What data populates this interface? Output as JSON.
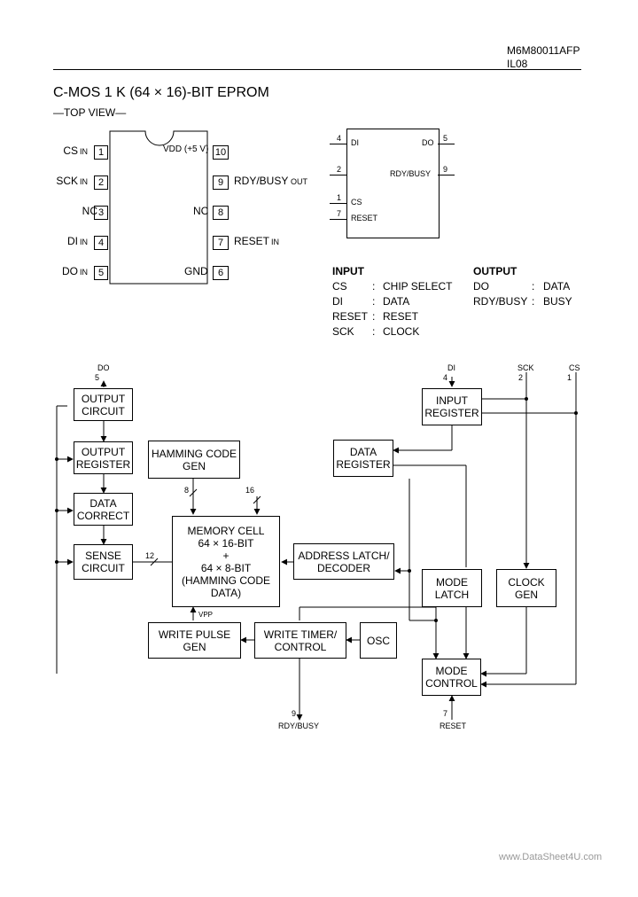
{
  "header": {
    "part_number": "M6M80011AFP",
    "page_ref": "IL08"
  },
  "title": "C-MOS 1 K (64 × 16)-BIT EPROM",
  "subtitle": "—TOP VIEW—",
  "pinout": {
    "left_pins": [
      {
        "label": "CS",
        "suffix": "IN",
        "num": "1"
      },
      {
        "label": "SCK",
        "suffix": "IN",
        "num": "2"
      },
      {
        "label": "NC",
        "suffix": "",
        "num": "3"
      },
      {
        "label": "DI",
        "suffix": "IN",
        "num": "4"
      },
      {
        "label": "DO",
        "suffix": "IN",
        "num": "5"
      }
    ],
    "right_pins": [
      {
        "label": "VDD (+5 V)",
        "suffix": "",
        "num": "10"
      },
      {
        "label": "RDY/BUSY",
        "suffix": "OUT",
        "num": "9"
      },
      {
        "label": "NC",
        "suffix": "",
        "num": "8"
      },
      {
        "label": "RESET",
        "suffix": "IN",
        "num": "7"
      },
      {
        "label": "GND",
        "suffix": "",
        "num": "6"
      }
    ]
  },
  "symbol": {
    "left_pins": [
      {
        "num": "4",
        "name": "DI"
      },
      {
        "num": "2",
        "name": ""
      },
      {
        "num": "1",
        "name": "CS"
      },
      {
        "num": "7",
        "name": "RESET"
      }
    ],
    "right_pins": [
      {
        "num": "5",
        "name": "DO"
      },
      {
        "num": "9",
        "name": "RDY/BUSY"
      }
    ]
  },
  "legend": {
    "input_heading": "INPUT",
    "output_heading": "OUTPUT",
    "inputs": [
      {
        "sig": "CS",
        "desc": "CHIP SELECT"
      },
      {
        "sig": "DI",
        "desc": "DATA"
      },
      {
        "sig": "RESET",
        "desc": "RESET"
      },
      {
        "sig": "SCK",
        "desc": "CLOCK"
      }
    ],
    "outputs": [
      {
        "sig": "DO",
        "desc": "DATA"
      },
      {
        "sig": "RDY/BUSY",
        "desc": "BUSY"
      }
    ]
  },
  "block_diagram": {
    "blocks": {
      "output_circuit": [
        "OUTPUT",
        "CIRCUIT"
      ],
      "output_register": [
        "OUTPUT",
        "REGISTER"
      ],
      "data_correct": [
        "DATA",
        "CORRECT"
      ],
      "sense_circuit": [
        "SENSE",
        "CIRCUIT"
      ],
      "hamming_gen": [
        "HAMMING CODE",
        "GEN"
      ],
      "memory_cell": [
        "MEMORY CELL",
        "64 × 16-BIT",
        "+",
        "64 × 8-BIT",
        "(HAMMING CODE",
        "DATA)"
      ],
      "address_latch": [
        "ADDRESS LATCH/",
        "DECODER"
      ],
      "write_pulse": [
        "WRITE PULSE",
        "GEN"
      ],
      "write_timer": [
        "WRITE TIMER/",
        "CONTROL"
      ],
      "osc": [
        "OSC"
      ],
      "input_register": [
        "INPUT",
        "REGISTER"
      ],
      "data_register": [
        "DATA",
        "REGISTER"
      ],
      "mode_latch": [
        "MODE",
        "LATCH"
      ],
      "clock_gen": [
        "CLOCK",
        "GEN"
      ],
      "mode_control": [
        "MODE",
        "CONTROL"
      ]
    },
    "signals": {
      "do_name": "DO",
      "do_num": "5",
      "di_name": "DI",
      "di_num": "4",
      "sck_name": "SCK",
      "sck_num": "2",
      "cs_name": "CS",
      "cs_num": "1",
      "rdy_name": "RDY/BUSY",
      "rdy_num": "9",
      "reset_name": "RESET",
      "reset_num": "7",
      "bus8": "8",
      "bus16": "16",
      "bus12": "12",
      "vpp": "VPP"
    }
  },
  "watermark": "www.DataSheet4U.com"
}
